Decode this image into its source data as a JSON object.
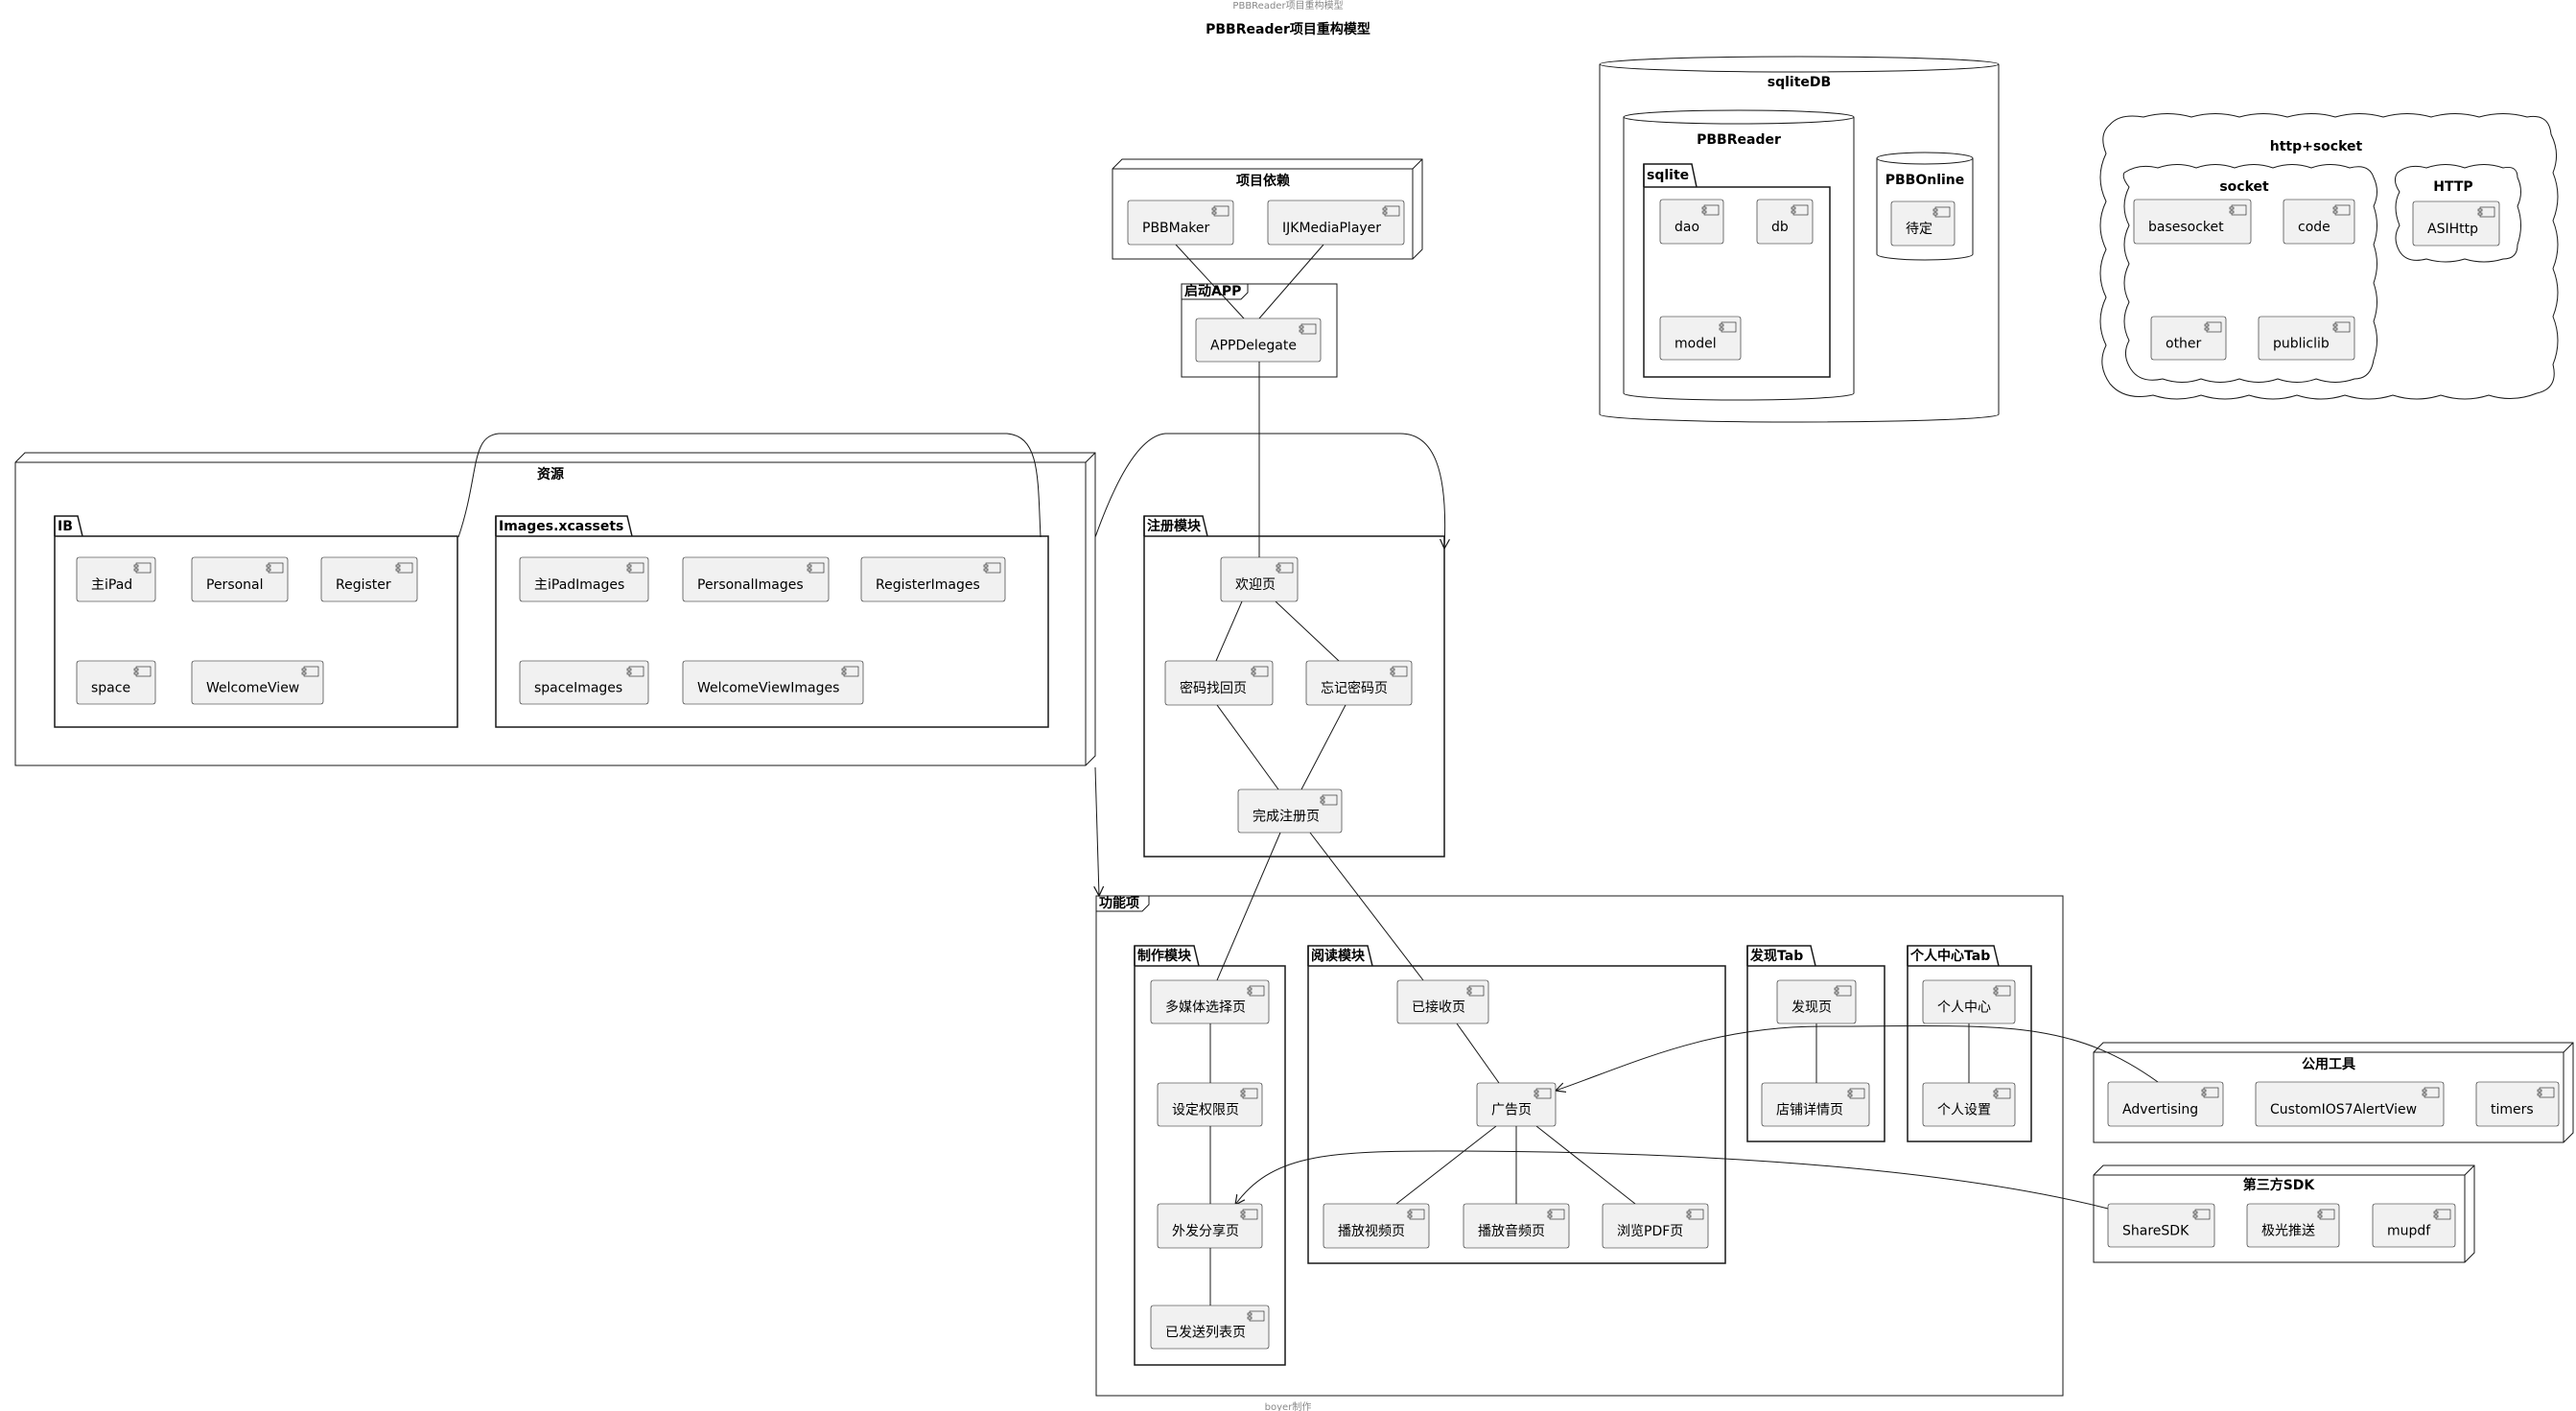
{
  "header": {
    "caption": "PBBReader项目重构模型",
    "title": "PBBReader项目重构模型"
  },
  "footer": {
    "caption": "boyer制作"
  },
  "containers": {
    "deps": "项目依赖",
    "startup": "启动APP",
    "resources": "资源",
    "ib": "IB",
    "xcassets": "Images.xcassets",
    "register": "注册模块",
    "features": "功能项",
    "make": "制作模块",
    "read": "阅读模块",
    "discover": "发现Tab",
    "personal": "个人中心Tab",
    "tools": "公用工具",
    "sdk": "第三方SDK",
    "sqlitedb": "sqliteDB",
    "pbbreader_db": "PBBReader",
    "sqlite_pkg": "sqlite",
    "pbbonline": "PBBOnline",
    "cloud": "http+socket",
    "socket": "socket",
    "http": "HTTP"
  },
  "components": {
    "pbbmaker": "PBBMaker",
    "ijk": "IJKMediaPlayer",
    "appdelegate": "APPDelegate",
    "zhuipad": "主iPad",
    "personal_ib": "Personal",
    "register_ib": "Register",
    "space": "space",
    "welcomeview": "WelcomeView",
    "zhuipadimages": "主iPadImages",
    "personalimages": "PersonalImages",
    "registerimages": "RegisterImages",
    "spaceimages": "spaceImages",
    "welcomeviewimages": "WelcomeViewImages",
    "welcome_page": "欢迎页",
    "pwd_recover": "密码找回页",
    "pwd_forget": "忘记密码页",
    "reg_done": "完成注册页",
    "media_select": "多媒体选择页",
    "perm_set": "设定权限页",
    "share_out": "外发分享页",
    "sent_list": "已发送列表页",
    "received": "已接收页",
    "ad_page": "广告页",
    "play_video": "播放视频页",
    "play_audio": "播放音频页",
    "pdf_view": "浏览PDF页",
    "discover_page": "发现页",
    "shop_detail": "店铺详情页",
    "personal_center": "个人中心",
    "personal_settings": "个人设置",
    "advertising": "Advertising",
    "alertview": "CustomIOS7AlertView",
    "timers": "timers",
    "sharesdk": "ShareSDK",
    "jpush": "极光推送",
    "mupdf": "mupdf",
    "dao": "dao",
    "db": "db",
    "model": "model",
    "pending": "待定",
    "basesocket": "basesocket",
    "code": "code",
    "other": "other",
    "publiclib": "publiclib",
    "asihttp": "ASIHttp"
  }
}
